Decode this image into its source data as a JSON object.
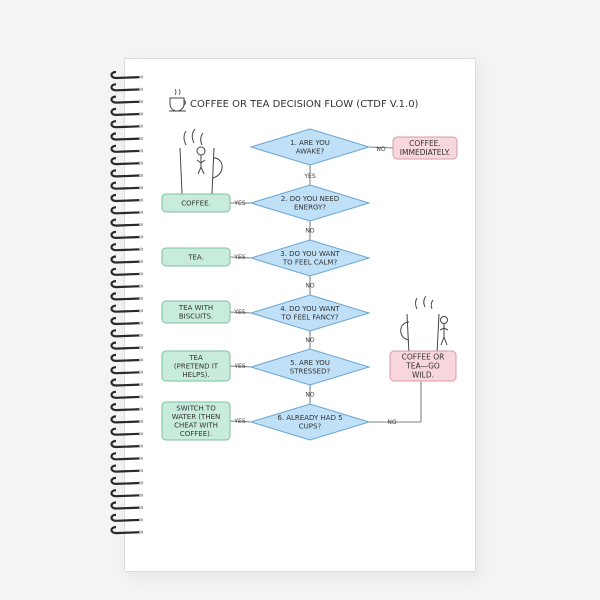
{
  "title": "COFFEE OR TEA DECISION FLOW (CTDF V.1.0)",
  "colors": {
    "diamond_fill": "#bfe0f7",
    "diamond_stroke": "#6aa6d4",
    "answer_fill": "#c8ecdc",
    "answer_stroke": "#7cbf9f",
    "pink_fill": "#f8d6dd",
    "pink_stroke": "#d99aa8",
    "line": "#555555"
  },
  "questions": [
    {
      "id": "q1",
      "lines": [
        "1. ARE YOU",
        "AWAKE?"
      ]
    },
    {
      "id": "q2",
      "lines": [
        "2. DO YOU NEED",
        "ENERGY?"
      ]
    },
    {
      "id": "q3",
      "lines": [
        "3. DO YOU WANT",
        "TO FEEL CALM?"
      ]
    },
    {
      "id": "q4",
      "lines": [
        "4. DO YOU WANT",
        "TO FEEL FANCY?"
      ]
    },
    {
      "id": "q5",
      "lines": [
        "5. ARE YOU",
        "STRESSED?"
      ]
    },
    {
      "id": "q6",
      "lines": [
        "6. ALREADY HAD 5",
        "CUPS?"
      ]
    }
  ],
  "answers": [
    {
      "id": "a2",
      "lines": [
        "COFFEE."
      ]
    },
    {
      "id": "a3",
      "lines": [
        "TEA."
      ]
    },
    {
      "id": "a4",
      "lines": [
        "TEA WITH",
        "BISCUITS."
      ]
    },
    {
      "id": "a5",
      "lines": [
        "TEA",
        "(PRETEND IT",
        "HELPS)."
      ]
    },
    {
      "id": "a6",
      "lines": [
        "SWITCH TO",
        "WATER (THEN",
        "CHEAT WITH",
        "COFFEE)."
      ]
    }
  ],
  "outcomes": [
    {
      "id": "o1",
      "lines": [
        "COFFEE.",
        "IMMEDIATELY."
      ]
    },
    {
      "id": "o2",
      "lines": [
        "COFFEE OR",
        "TEA—GO",
        "WILD."
      ]
    }
  ],
  "edge_labels": {
    "yes": "YES",
    "no": "NO"
  },
  "icons": [
    "steaming-cup-icon",
    "coffee-mug-doodle-icon",
    "tea-mug-doodle-icon"
  ]
}
